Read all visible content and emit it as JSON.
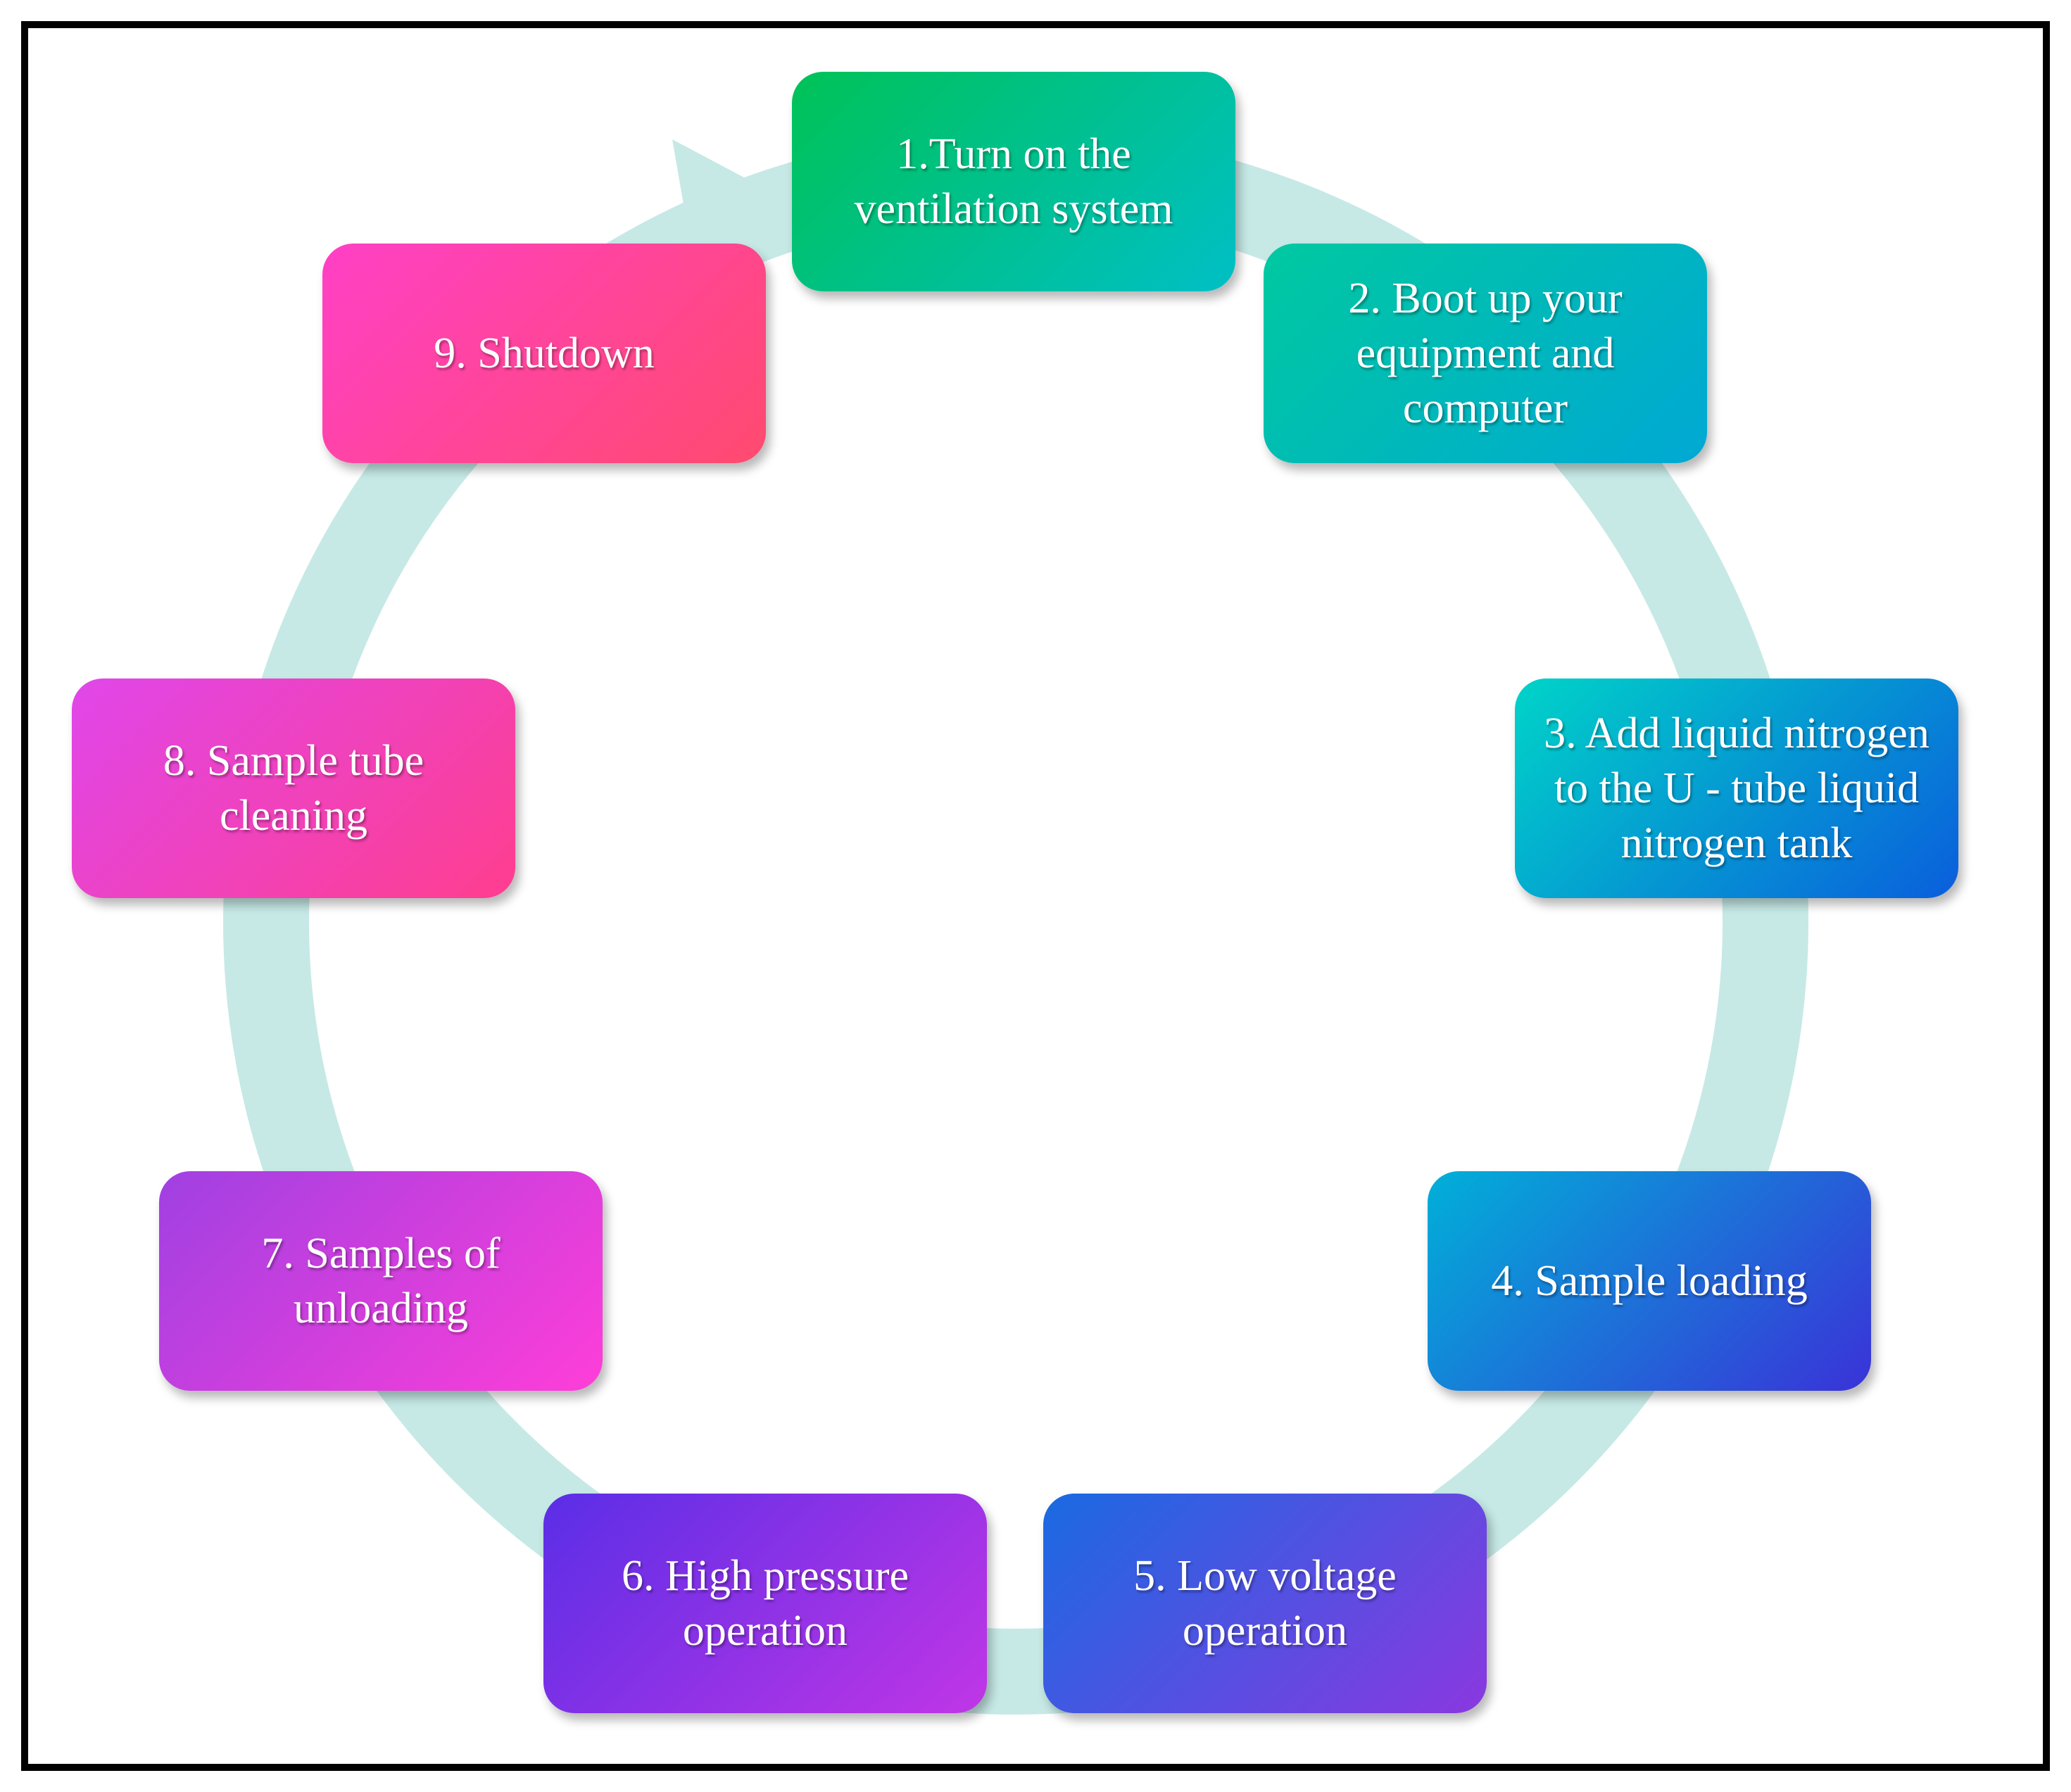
{
  "diagram": {
    "steps": [
      {
        "label": "1.Turn on the\nventilation system",
        "from": "#00c257",
        "to": "#00bfc6"
      },
      {
        "label": "2. Boot up your\nequipment and\ncomputer",
        "from": "#00c9a0",
        "to": "#00a8d4"
      },
      {
        "label": "3. Add liquid nitrogen\nto the U - tube liquid\nnitrogen tank",
        "from": "#00d4c8",
        "to": "#0a5edc"
      },
      {
        "label": "4. Sample loading",
        "from": "#00b0d8",
        "to": "#3a32d8"
      },
      {
        "label": "5. Low voltage\noperation",
        "from": "#1a6ae2",
        "to": "#8a38e0"
      },
      {
        "label": "6. High pressure\noperation",
        "from": "#5a2ee6",
        "to": "#c036e6"
      },
      {
        "label": "7. Samples of\nunloading",
        "from": "#a040e2",
        "to": "#ff3ed8"
      },
      {
        "label": "8. Sample tube\ncleaning",
        "from": "#e046ea",
        "to": "#ff3e8e"
      },
      {
        "label": "9. Shutdown",
        "from": "#ff40c6",
        "to": "#ff4a6e"
      }
    ],
    "ring_color": "#c6e9e6",
    "frame_color": "#000000"
  }
}
